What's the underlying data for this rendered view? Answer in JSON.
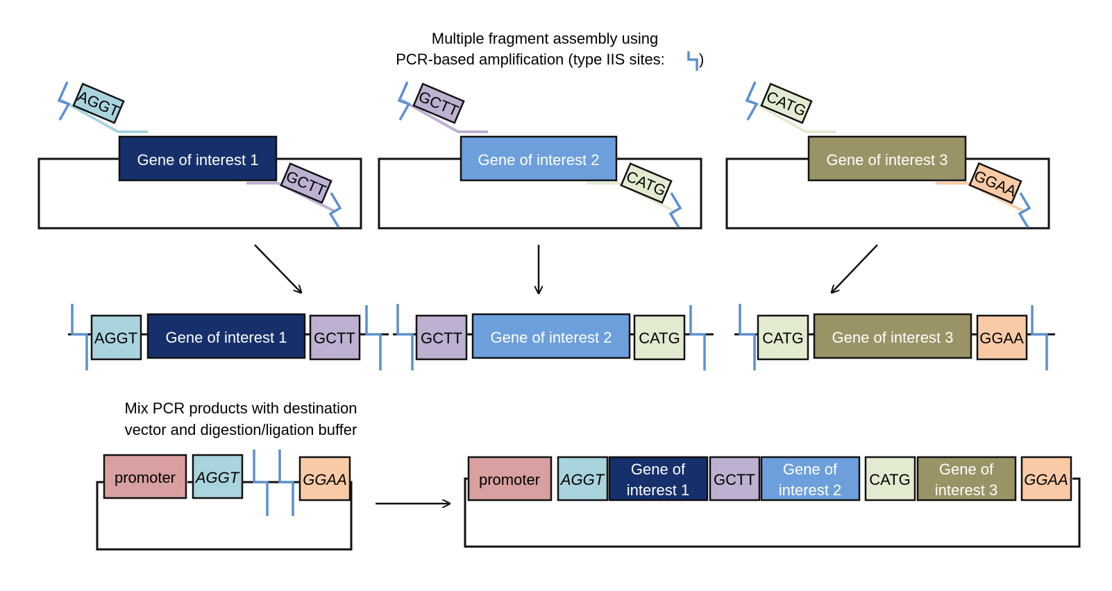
{
  "title": {
    "line1": "Multiple fragment assembly using",
    "line2": "PCR-based amplification  (type IIS sites: ",
    "close": ")"
  },
  "labels": {
    "goi1": "Gene of interest 1",
    "goi2": "Gene of interest 2",
    "goi3": "Gene of interest 3",
    "aggt": "AGGT",
    "gctt": "GCTT",
    "catg": "CATG",
    "ggaa": "GGAA",
    "promoter": "promoter",
    "gene": "Gene of",
    "interest1": "interest 1",
    "interest2": "interest 2",
    "interest3": "interest 3"
  },
  "mix_caption": {
    "line1": "Mix PCR products with destination",
    "line2": "vector and digestion/ligation buffer"
  },
  "colors": {
    "goi1": "#16306b",
    "goi2": "#6d9fdc",
    "goi3": "#9a9366",
    "aggt": "#a9d3dd",
    "gctt": "#bdb0d0",
    "catg": "#e2ebd0",
    "ggaa": "#f8cba6",
    "promoter": "#d8a0a0",
    "site": "#5b8fd1"
  }
}
